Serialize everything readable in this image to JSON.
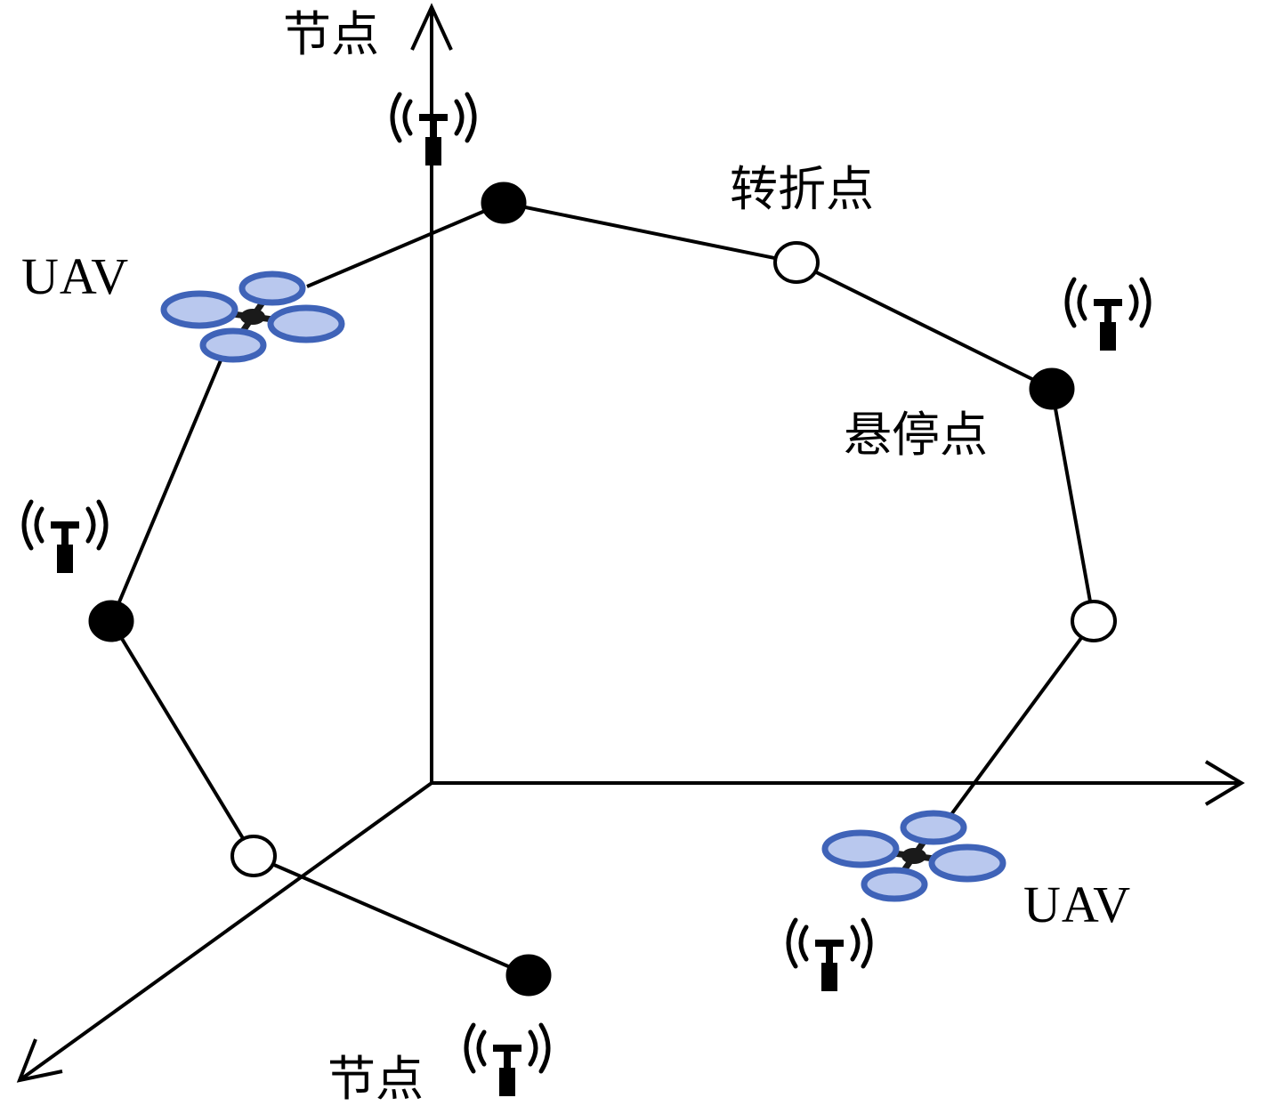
{
  "labels": {
    "node_top": "节点",
    "turning_point": "转折点",
    "hover_point": "悬停点",
    "uav_left": "UAV",
    "uav_right": "UAV",
    "node_bottom": "节点"
  },
  "colors": {
    "line": "#000000",
    "hover_point_fill": "#000000",
    "turning_point_fill": "#ffffff",
    "drone_rotor": "#3f63b8",
    "drone_rotor_light": "#b9c8ee",
    "drone_body": "#1a1a1a"
  },
  "icons": {
    "sensor_node": "wireless-sensor-node-icon",
    "uav": "quadcopter-drone-icon"
  }
}
